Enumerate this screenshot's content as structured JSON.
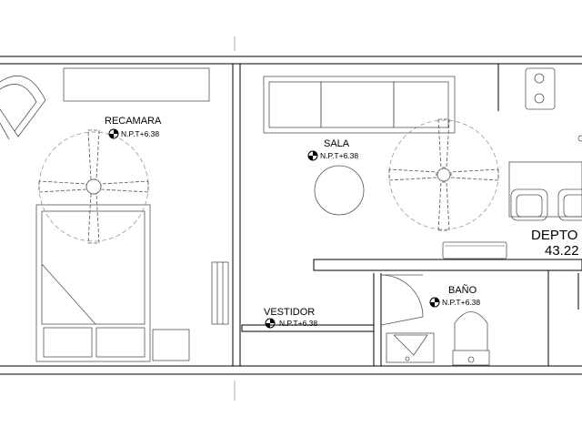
{
  "plan": {
    "rooms": [
      {
        "name": "RECAMARA",
        "level": "N.P.T+6.38"
      },
      {
        "name": "SALA",
        "level": "N.P.T+6.38"
      },
      {
        "name": "VESTIDOR",
        "level": "N.P.T+6.38"
      },
      {
        "name": "BAÑO",
        "level": "N.P.T+6.38"
      }
    ],
    "unit": {
      "label": "DEPTO",
      "area": "43.22"
    },
    "colors": {
      "lines": "#000000",
      "background": "#ffffff",
      "furniture": "#555555"
    },
    "icons": [
      "level-marker-icon",
      "ceiling-fan-icon",
      "door-swing-icon"
    ]
  }
}
